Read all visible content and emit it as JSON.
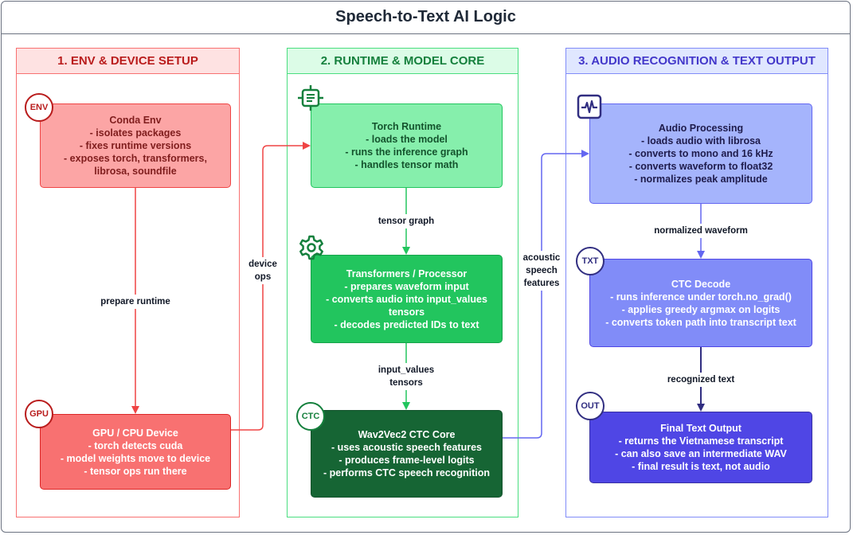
{
  "title": "Speech-to-Text AI Logic",
  "lanes": {
    "env": {
      "title": "1. ENV & DEVICE SETUP"
    },
    "runtime": {
      "title": "2. RUNTIME & MODEL CORE"
    },
    "audio": {
      "title": "3. AUDIO RECOGNITION & TEXT OUTPUT"
    }
  },
  "nodes": {
    "conda": {
      "badge": "ENV",
      "title": "Conda Env",
      "lines": [
        "- isolates packages",
        "- fixes runtime versions",
        "- exposes torch, transformers,",
        "librosa, soundfile"
      ]
    },
    "gpu": {
      "badge": "GPU",
      "title": "GPU / CPU Device",
      "lines": [
        "- torch detects cuda",
        "- model weights move to device",
        "- tensor ops run there"
      ]
    },
    "torch": {
      "title": "Torch Runtime",
      "lines": [
        "- loads the model",
        "- runs the inference graph",
        "- handles tensor math"
      ]
    },
    "transformers": {
      "title": "Transformers / Processor",
      "lines": [
        "- prepares waveform input",
        "- converts audio into input_values",
        "tensors",
        "- decodes predicted IDs to text"
      ]
    },
    "wav2vec": {
      "badge": "CTC",
      "title": "Wav2Vec2 CTC Core",
      "lines": [
        "- uses acoustic speech features",
        "- produces frame-level logits",
        "- performs CTC speech recognition"
      ]
    },
    "audio": {
      "title": "Audio Processing",
      "lines": [
        "- loads audio with librosa",
        "- converts to mono and 16 kHz",
        "- converts waveform to float32",
        "- normalizes peak amplitude"
      ]
    },
    "ctc": {
      "badge": "TXT",
      "title": "CTC Decode",
      "lines": [
        "- runs inference under torch.no_grad()",
        "- applies greedy argmax on logits",
        "- converts token path into transcript text"
      ]
    },
    "out": {
      "badge": "OUT",
      "title": "Final Text Output",
      "lines": [
        "- returns the Vietnamese transcript",
        "- can also save an intermediate WAV",
        "- final result is text, not audio"
      ]
    }
  },
  "edges": {
    "prepare_runtime": "prepare runtime",
    "device_ops": [
      "device",
      "ops"
    ],
    "tensor_graph": "tensor graph",
    "input_values": [
      "input_values",
      "tensors"
    ],
    "acoustic": [
      "acoustic",
      "speech",
      "features"
    ],
    "normalized_waveform": "normalized waveform",
    "recognized_text": "recognized text"
  },
  "icons": {
    "torch": "chip-icon",
    "transformers": "gear-icon",
    "audio": "waveform-icon"
  },
  "colors": {
    "red_dark": "#b91c1c",
    "green_dark": "#15803d",
    "blue_dark": "#4f46e5"
  }
}
